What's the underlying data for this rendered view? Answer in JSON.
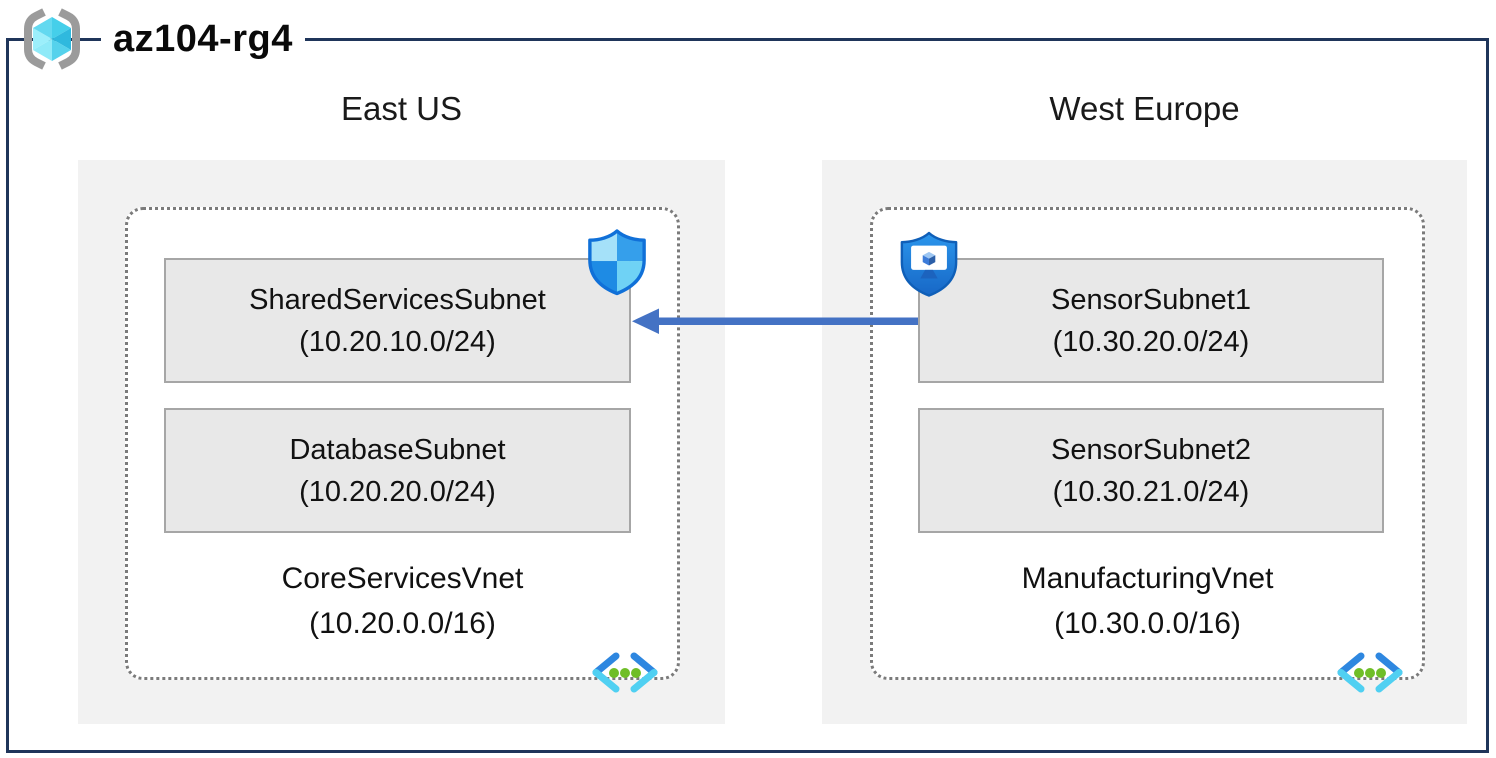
{
  "resource_group": {
    "name": "az104-rg4",
    "icon": "azure-resource-group-icon"
  },
  "regions": [
    {
      "name": "East US",
      "vnet": {
        "name": "CoreServicesVnet",
        "cidr": "(10.20.0.0/16)",
        "icon": "virtual-network-icon"
      },
      "subnets": [
        {
          "name": "SharedServicesSubnet",
          "cidr": "(10.20.10.0/24)"
        },
        {
          "name": "DatabaseSubnet",
          "cidr": "(10.20.20.0/24)"
        }
      ],
      "badge_icon": "network-security-group-shield-icon"
    },
    {
      "name": "West Europe",
      "vnet": {
        "name": "ManufacturingVnet",
        "cidr": "(10.30.0.0/16)",
        "icon": "virtual-network-icon"
      },
      "subnets": [
        {
          "name": "SensorSubnet1",
          "cidr": "(10.30.20.0/24)"
        },
        {
          "name": "SensorSubnet2",
          "cidr": "(10.30.21.0/24)"
        }
      ],
      "badge_icon": "azure-bastion-shield-icon"
    }
  ],
  "connection": {
    "from_subnet": "SensorSubnet1",
    "to_subnet": "SharedServicesSubnet",
    "direction": "right-to-left",
    "color": "#4472C4"
  },
  "colors": {
    "frame_border": "#1F355A",
    "region_fill": "#F2F2F2",
    "subnet_fill": "#E8E8E8",
    "subnet_border": "#A6A6A6",
    "vnet_dotted_border": "#7B7B7B",
    "arrow": "#4472C4",
    "vnet_dot_green": "#6FBE27",
    "azure_blue": "#2E87E0",
    "azure_cyan": "#50D0F2"
  }
}
